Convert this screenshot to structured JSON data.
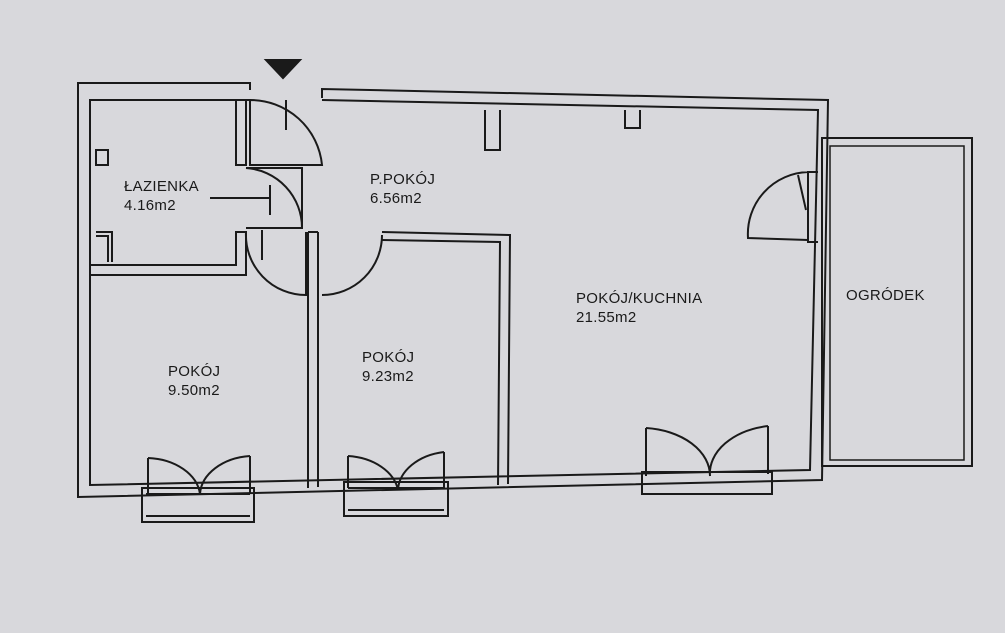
{
  "rooms": [
    {
      "name": "ŁAZIENKA",
      "area": "4.16m2"
    },
    {
      "name": "P.POKÓJ",
      "area": "6.56m2"
    },
    {
      "name": "POKÓJ",
      "area": "9.50m2"
    },
    {
      "name": "POKÓJ",
      "area": "9.23m2"
    },
    {
      "name": "POKÓJ/KUCHNIA",
      "area": "21.55m2"
    },
    {
      "name": "OGRÓDEK"
    }
  ],
  "colors": {
    "paper": "#d8d8dc",
    "ink": "#1a1a1a"
  }
}
